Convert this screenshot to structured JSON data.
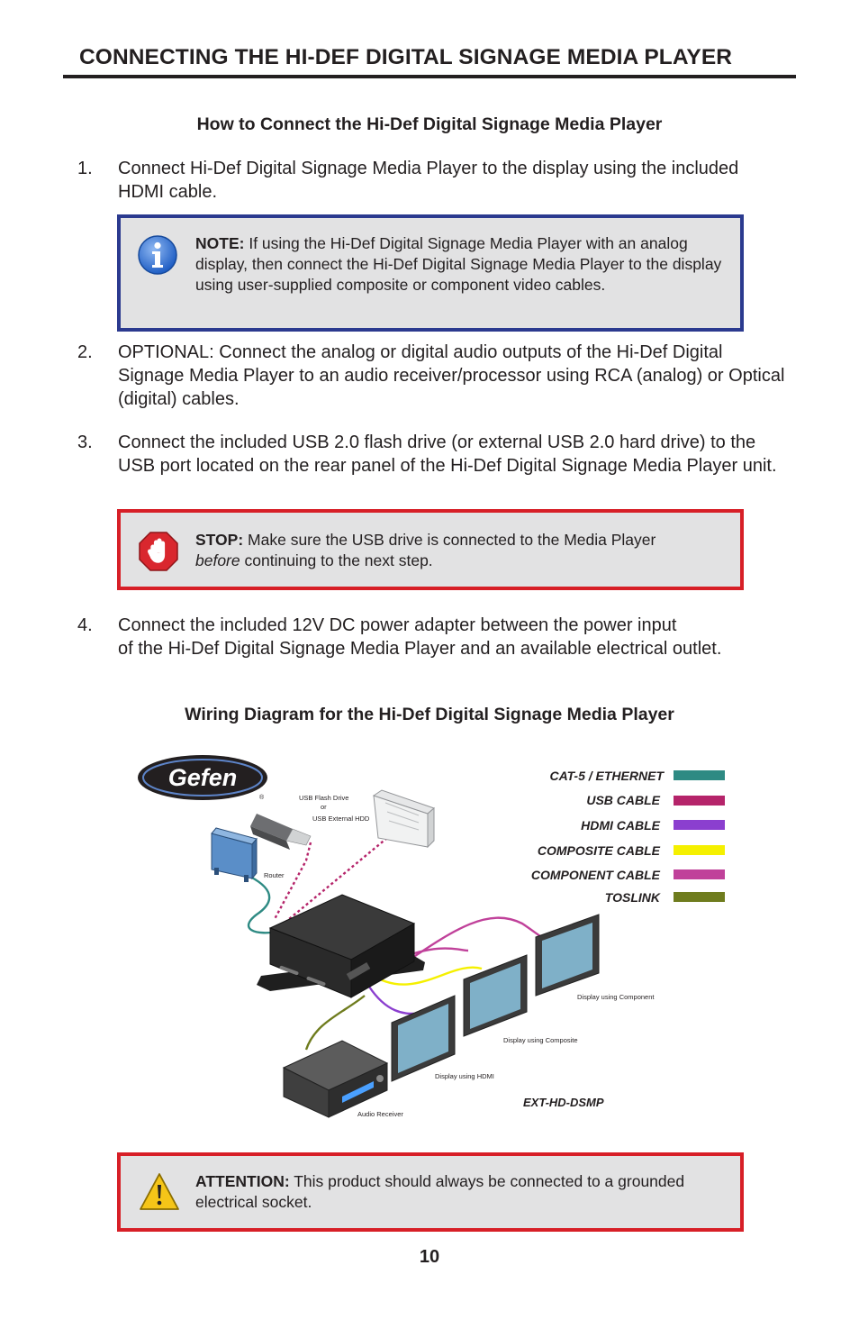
{
  "page": {
    "title": "CONNECTING THE HI-DEF DIGITAL SIGNAGE MEDIA PLAYER",
    "section_heading": "How to Connect the Hi-Def Digital Signage Media Player",
    "page_number": "10"
  },
  "steps": [
    {
      "number": "1.",
      "text": "Connect Hi-Def Digital Signage Media Player to the display using the included HDMI cable."
    },
    {
      "number": "2.",
      "text": "OPTIONAL: Connect the analog or digital audio outputs of the Hi-Def Digital Signage Media Player to an audio receiver/processor using RCA (analog) or Optical (digital) cables."
    },
    {
      "number": "3.",
      "text": "Connect the included USB 2.0 flash drive (or external USB 2.0 hard drive) to the USB port located on the rear panel of the Hi-Def Digital Signage Media Player unit."
    },
    {
      "number": "4.",
      "text_line1": "Connect the included 12V DC power adapter between the power input",
      "text_line2": "of the Hi-Def Digital Signage Media Player and an available electrical outlet."
    }
  ],
  "note": {
    "label": "NOTE:",
    "text": "If using the Hi-Def Digital Signage Media Player with an analog display, then connect the Hi-Def Digital Signage Media Player to the display using user-supplied composite or component video cables.",
    "icon": "info-icon",
    "border_color": "#2b3a8f"
  },
  "stop": {
    "label": "STOP:",
    "text_before": "Make sure the USB drive is connected to the Media Player",
    "emphasis": "before",
    "text_after": "continuing to the next step.",
    "icon": "stop-hand-icon",
    "border_color": "#d71f27"
  },
  "attention": {
    "label": "ATTENTION:",
    "text": "This product should always be connected to a grounded electrical socket.",
    "icon": "warning-triangle-icon",
    "border_color": "#d71f27"
  },
  "diagram": {
    "heading": "Wiring Diagram for the Hi-Def Digital Signage Media Player",
    "logo_text": "Gefen",
    "registered_mark": "®",
    "model": "EXT-HD-DSMP",
    "device_labels": {
      "usb_flash": "USB Flash Drive",
      "or": "or",
      "usb_hdd": "USB External HDD",
      "router": "Router",
      "audio_receiver": "Audio Receiver",
      "display_hdmi": "Display using HDMI",
      "display_composite": "Display using Composite",
      "display_component": "Display using Component"
    },
    "legend": [
      {
        "label": "CAT-5 / ETHERNET",
        "color": "#2e8a83"
      },
      {
        "label": "USB CABLE",
        "color": "#b5246a"
      },
      {
        "label": "HDMI CABLE",
        "color": "#8b3fcf"
      },
      {
        "label": "COMPOSITE CABLE",
        "color": "#f5f000"
      },
      {
        "label": "COMPONENT CABLE",
        "color": "#c0419a"
      },
      {
        "label": "TOSLINK",
        "color": "#6f7c1e"
      }
    ]
  }
}
